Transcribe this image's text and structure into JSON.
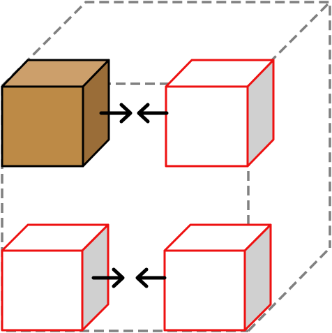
{
  "colors": {
    "background": "#ffffff",
    "outline_dashed": "#808080",
    "filled_cube_front": "#bd8a46",
    "filled_cube_top": "#cc9f6b",
    "filled_cube_side": "#9a6d38",
    "filled_cube_edge": "#000000",
    "empty_cube_edge": "#ee1111",
    "empty_cube_front": "#ffffff",
    "empty_cube_side": "#d0d0d0",
    "arrow": "#000000"
  },
  "diagram": {
    "cubes": [
      {
        "id": "top-left",
        "state": "filled"
      },
      {
        "id": "top-right",
        "state": "empty"
      },
      {
        "id": "bottom-left",
        "state": "empty"
      },
      {
        "id": "bottom-right",
        "state": "empty"
      }
    ],
    "arrow_pairs": [
      {
        "id": "top",
        "direction": "converging"
      },
      {
        "id": "bottom",
        "direction": "converging"
      }
    ]
  }
}
